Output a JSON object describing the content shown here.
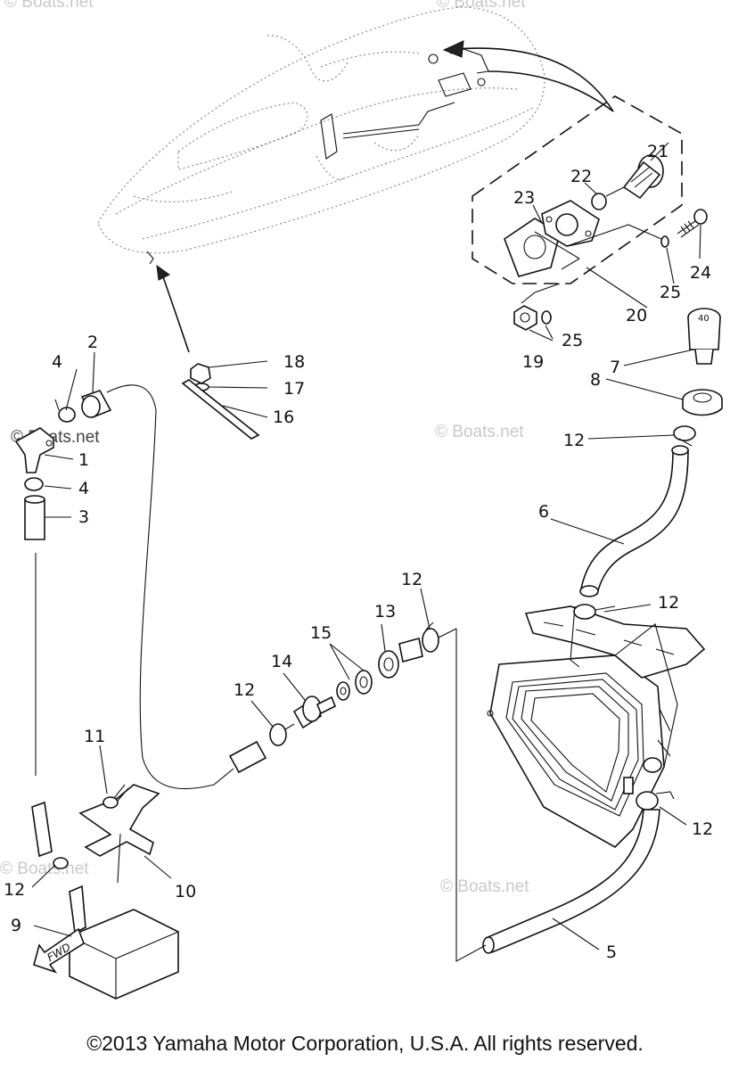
{
  "watermark": "© Boats.net",
  "copyright": "©2013 Yamaha Motor Corporation, U.S.A. All rights reserved.",
  "fwd_label": "FWD",
  "badge_label": "40",
  "labels": {
    "p1": "1",
    "p2": "2",
    "p3": "3",
    "p4a": "4",
    "p4b": "4",
    "p5": "5",
    "p6": "6",
    "p7": "7",
    "p8": "8",
    "p9": "9",
    "p10": "10",
    "p11": "11",
    "p12a": "12",
    "p12b": "12",
    "p12c": "12",
    "p12d": "12",
    "p12e": "12",
    "p12f": "12",
    "p13": "13",
    "p14": "14",
    "p15": "15",
    "p16": "16",
    "p17": "17",
    "p18": "18",
    "p19": "19",
    "p20": "20",
    "p21": "21",
    "p22": "22",
    "p23": "23",
    "p24": "24",
    "p25a": "25",
    "p25b": "25"
  }
}
